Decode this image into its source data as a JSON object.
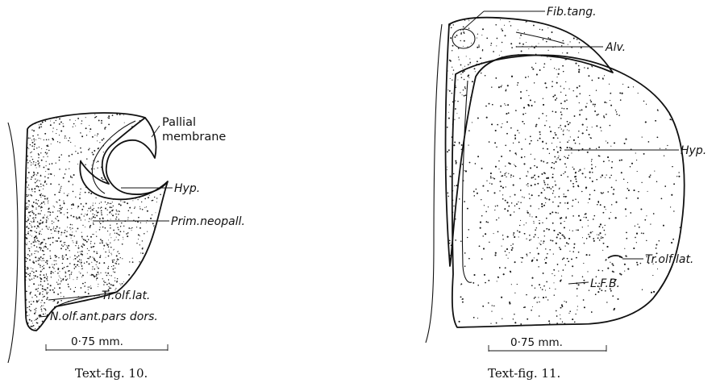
{
  "figure10": {
    "caption": "Text-fig. 10.",
    "scale_label": "0·75 mm.",
    "labels": {
      "pallial_membrane_1": "Pallial",
      "pallial_membrane_2": "membrane",
      "hyp": "Hyp.",
      "prim_neopall": "Prim.neopall.",
      "tr_olf_lat": "Tr.olf.lat.",
      "n_olf_ant": "N.olf.ant.pars dors."
    }
  },
  "figure11": {
    "caption": "Text-fig. 11.",
    "scale_label": "0·75 mm.",
    "labels": {
      "fib_tang": "Fib.tang.",
      "alv": "Alv.",
      "hyp": "Hyp.",
      "tr_olf_lat": "Tr.olf.lat.",
      "lfb": "L.F.B."
    }
  }
}
